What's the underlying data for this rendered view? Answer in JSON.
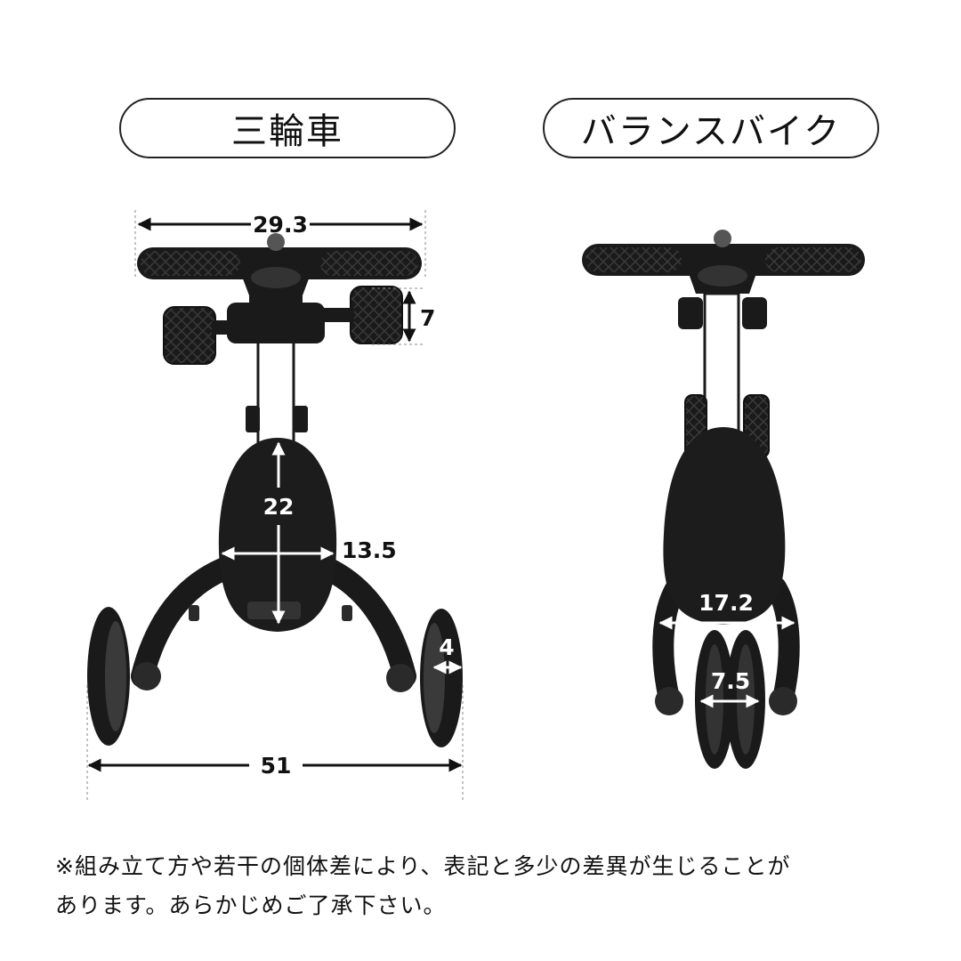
{
  "labels": {
    "tricycle": "三輪車",
    "balance_bike": "バランスバイク"
  },
  "dimensions": {
    "handlebar_width": "29.3",
    "pedal_height": "7",
    "seat_length": "22",
    "seat_width": "13.5",
    "wheel_width": "4",
    "tricycle_width": "51",
    "balance_frame_width": "17.2",
    "balance_wheel_width": "7.5"
  },
  "note": {
    "line1": "※組み立て方や若干の個体差により、表記と多少の差異が生じることが",
    "line2": "あります。あらかじめご了承下さい。"
  },
  "colors": {
    "bike_black": "#1a1a1a",
    "frame_white": "#ffffff",
    "text": "#111111"
  },
  "icons": {
    "tricycle": "tricycle-front-view",
    "balance_bike": "balance-bike-front-view"
  }
}
